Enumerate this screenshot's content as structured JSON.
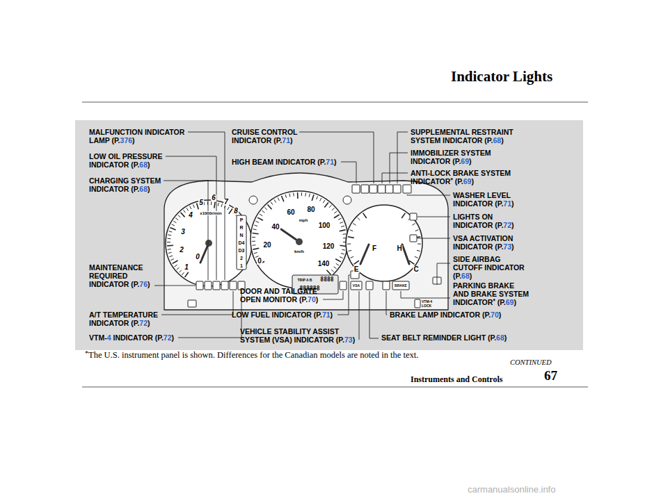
{
  "diagram": {
    "title": "Indicator Lights",
    "labels": [
      "MALFUNCTION INDICATOR LAMP (P.",
      "376",
      ")",
      "LOW OIL PRESSURE INDICATOR (P.",
      "68",
      ")",
      "CHARGING SYSTEM INDICATOR (P.",
      "68",
      ")",
      "MAINTENANCE REQUIRED INDICATOR (P.",
      "76",
      ")",
      "A/T TEMPERATURE INDICATOR (P.",
      "72",
      ")",
      "VTM-",
      "4",
      "INDICATOR (P.",
      "72",
      ")",
      "CRUISE CONTROL INDICATOR (P.",
      "71",
      ")",
      "HIGH BEAM INDICATOR (P.",
      "71",
      ")",
      "DOOR AND TAILGATE OPEN MONITOR (P.",
      "70",
      ")",
      "LOW FUEL INDICATOR (P.",
      "71",
      ")",
      "VEHICLE STABILITY ASSIST SYSTEM (VSA) INDICATOR (P.",
      "73",
      ")",
      "SUPPLEMENTAL RESTRAINT SYSTEM INDICATOR (P.",
      "68",
      ")",
      "IMMOBILIZER SYSTEM INDICATOR (P.",
      "69",
      ")",
      "ANTI-LOCK BRAKE SYSTEM INDICATOR",
      "*",
      "(P.",
      "69",
      ")",
      "WASHER LEVEL INDICATOR (P.",
      "71",
      ")",
      "LIGHTS ON INDICATOR (P.",
      "72",
      ")",
      "VSA ACTIVATION INDICATOR (P.",
      "73",
      ")",
      "SIDE AIRBAG CUTOFF INDICATOR (P.",
      "68",
      ")",
      "PARKING BRAKE AND BRAKE SYSTEM INDICATOR",
      "*",
      "(P.",
      "69",
      ")",
      "BRAKE LAMP INDICATOR (P.",
      "70",
      ")",
      "SEAT BELT REMINDER LIGHT (P.",
      "68",
      ")",
      "0",
      "1",
      "2",
      "3",
      "4",
      "5",
      "6",
      "7",
      "8",
      "x1000r/min",
      "P",
      "R",
      "N",
      "D4",
      "D3",
      "2",
      "1",
      "0",
      "20",
      "40",
      "60",
      "80",
      "100",
      "120",
      "140",
      "mph",
      "km/h",
      "TRIP A B",
      "8888",
      "888888",
      "E",
      "F",
      "H",
      "C",
      "VSA",
      "BRAKE",
      "VTM-4 LOCK",
      "*",
      "The U.S. instrument panel is shown. Differences for the Canadian models are noted in the text.",
      "CONTINUED",
      "Instruments and Controls",
      "67",
      "carmanualsonline.info"
    ]
  }
}
